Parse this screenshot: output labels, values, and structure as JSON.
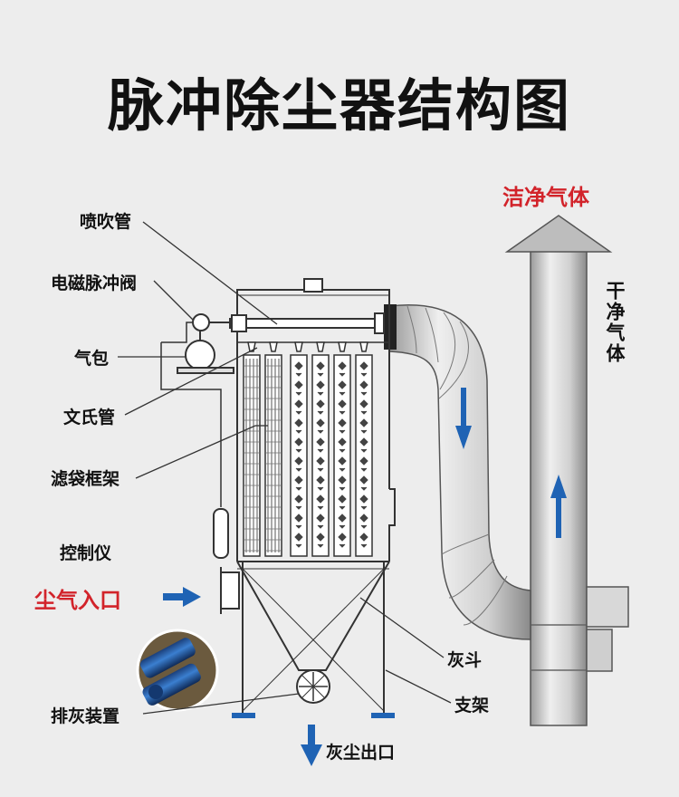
{
  "title": "脉冲除尘器结构图",
  "labels": {
    "nozzle_pipe": "喷吹管",
    "pulse_valve": "电磁脉冲阀",
    "air_bag": "气包",
    "venturi": "文氏管",
    "bag_frame": "滤袋框架",
    "controller": "控制仪",
    "dust_inlet": "尘气入口",
    "ash_hopper": "灰斗",
    "support": "支架",
    "discharge_device": "排灰装置",
    "dust_outlet": "灰尘出口",
    "clean_gas": "洁净气体",
    "dry_gas": "干净气体"
  },
  "colors": {
    "accent_red": "#d2232a",
    "arrow_blue": "#1f63b4",
    "duct_gray": "#c9c9c9",
    "motor_blue": "#1e5aa8"
  }
}
